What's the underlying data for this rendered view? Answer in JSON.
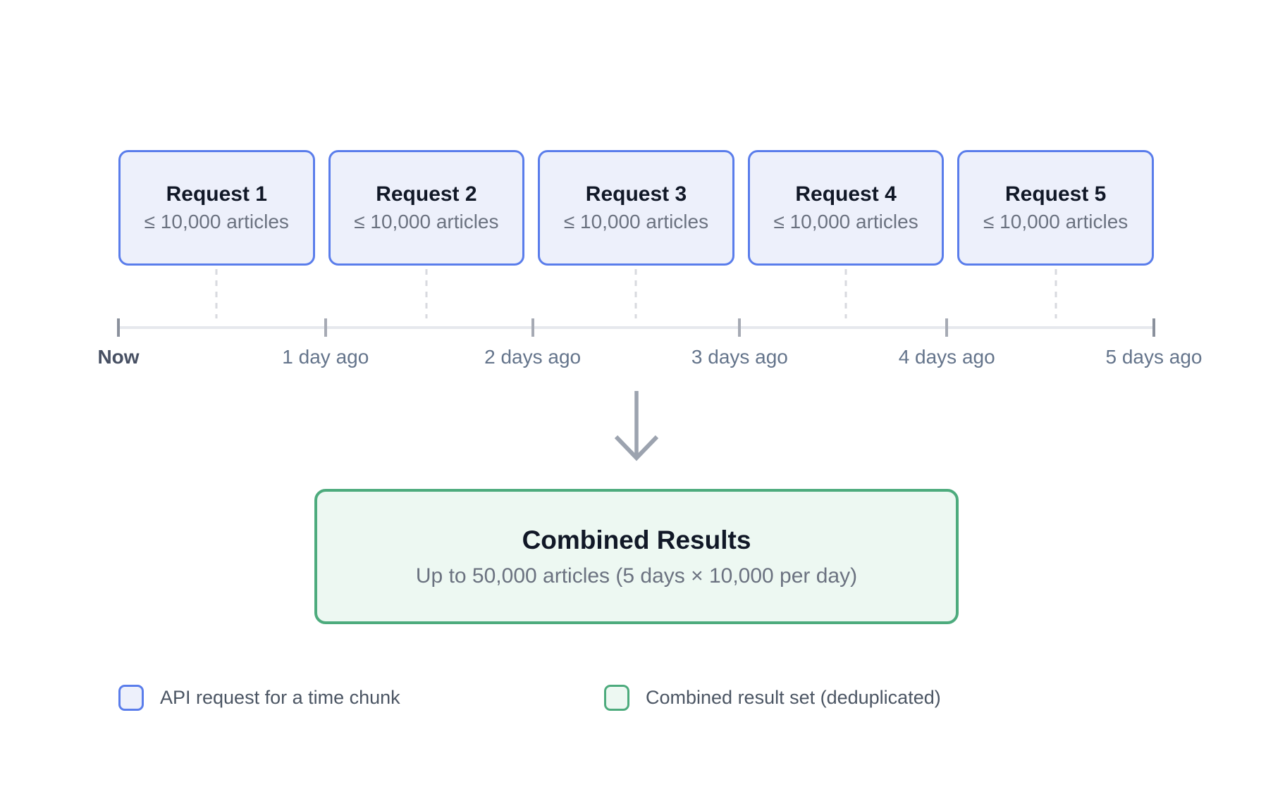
{
  "requests": [
    {
      "title": "Request 1",
      "limit": "≤ 10,000 articles"
    },
    {
      "title": "Request 2",
      "limit": "≤ 10,000 articles"
    },
    {
      "title": "Request 3",
      "limit": "≤ 10,000 articles"
    },
    {
      "title": "Request 4",
      "limit": "≤ 10,000 articles"
    },
    {
      "title": "Request 5",
      "limit": "≤ 10,000 articles"
    }
  ],
  "timeline": {
    "labels": [
      "Now",
      "1 day ago",
      "2 days ago",
      "3 days ago",
      "4 days ago",
      "5 days ago"
    ]
  },
  "combined": {
    "title": "Combined Results",
    "subtitle": "Up to 50,000 articles (5 days × 10,000 per day)"
  },
  "legend": {
    "items": [
      {
        "label": "API request for a time chunk",
        "border_color": "#5A7DEB",
        "fill_color": "#EDF0FB"
      },
      {
        "label": "Combined result set (deduplicated)",
        "border_color": "#4DAB7D",
        "fill_color": "#EDF8F2"
      }
    ]
  },
  "icons": {
    "arrow": "down-arrow-icon"
  },
  "colors": {
    "request_border": "#5A7DEB",
    "request_fill": "#EDF0FB",
    "combined_border": "#4DAB7D",
    "combined_fill": "#EDF8F2",
    "timeline_line": "#E6E8ED",
    "tick": "#A6AAB4",
    "arrow": "#9CA3AF",
    "title_text": "#111827",
    "muted_text": "#6B7280"
  }
}
